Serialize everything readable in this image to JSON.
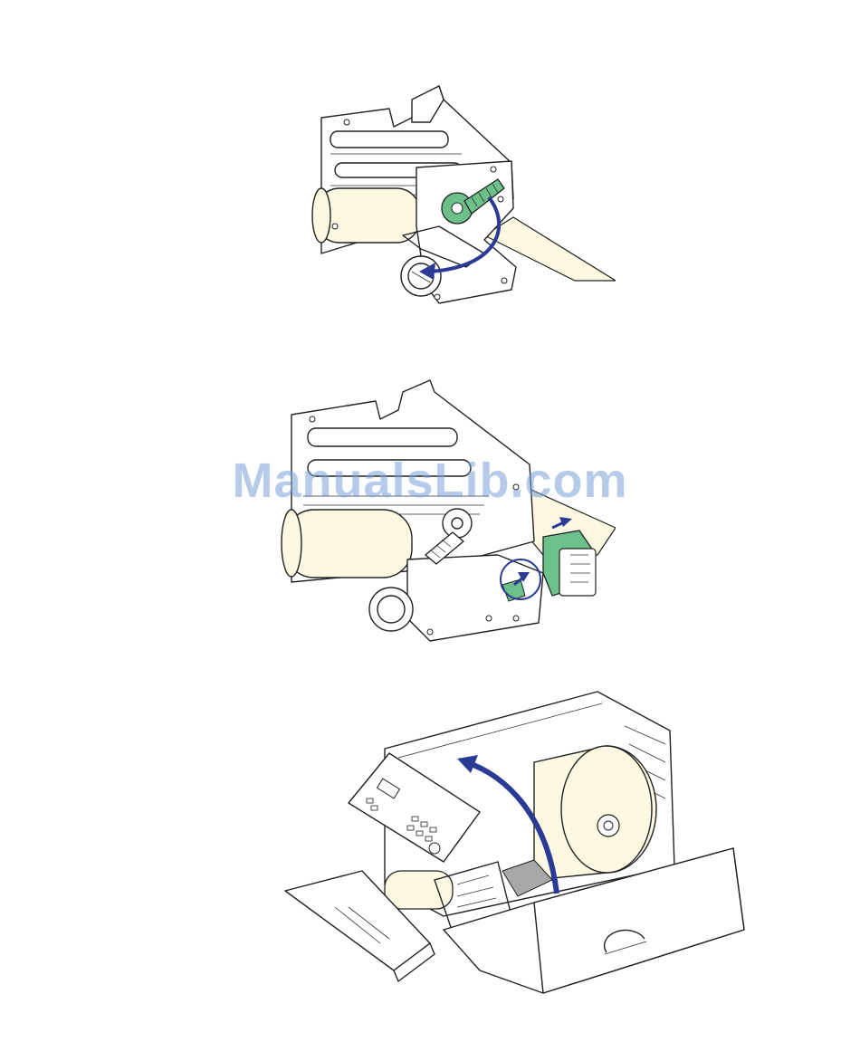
{
  "watermark": {
    "text": "ManualsLib.com"
  },
  "colors": {
    "paper": "#fdf8e1",
    "part_green": "#6cc08a",
    "arrow_blue": "#2b3b95",
    "ribbon_gray": "#a8a8a8",
    "line": "#222222"
  },
  "figures": [
    {
      "icon": "printhead-rotate-illustration",
      "arrow": "counterclockwise-rotation-arrow"
    },
    {
      "icon": "printhead-latch-illustration",
      "arrow": "upward-slide-arrows"
    },
    {
      "icon": "printer-open-cover-illustration",
      "arrow": "cover-lift-arrow"
    }
  ]
}
